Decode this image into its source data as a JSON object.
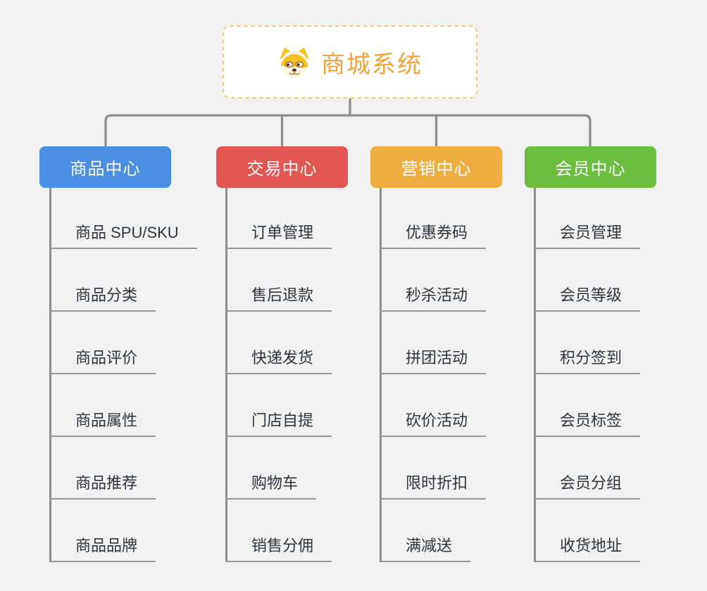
{
  "canvas": {
    "background_color": "#F1F1F1",
    "connector_color": "#8C8C8C",
    "underline_color": "#969696"
  },
  "root": {
    "title": "商城系统",
    "icon": "shiba-dog-icon",
    "text_color": "#F0A63A",
    "border_color": "#F3CC8A",
    "background": "#FFFFFF"
  },
  "branches": [
    {
      "label": "商品中心",
      "color": "#4A8FE2",
      "items": [
        "商品 SPU/SKU",
        "商品分类",
        "商品评价",
        "商品属性",
        "商品推荐",
        "商品品牌"
      ]
    },
    {
      "label": "交易中心",
      "color": "#E25754",
      "items": [
        "订单管理",
        "售后退款",
        "快递发货",
        "门店自提",
        "购物车",
        "销售分佣"
      ]
    },
    {
      "label": "营销中心",
      "color": "#EEAD40",
      "items": [
        "优惠券码",
        "秒杀活动",
        "拼团活动",
        "砍价活动",
        "限时折扣",
        "满减送"
      ]
    },
    {
      "label": "会员中心",
      "color": "#6CBE40",
      "items": [
        "会员管理",
        "会员等级",
        "积分签到",
        "会员标签",
        "会员分组",
        "收货地址"
      ]
    }
  ]
}
